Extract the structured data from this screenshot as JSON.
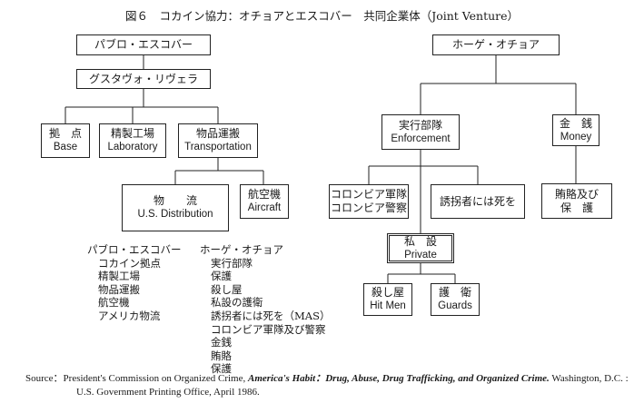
{
  "title": "図６　コカイン協力：オチョアとエスコバー　共同企業体（Joint Venture）",
  "escobar": {
    "top": "パブロ・エスコバー",
    "deputy": "グスタヴォ・リヴェラ",
    "base": {
      "jp": "拠　点",
      "en": "Base"
    },
    "laboratory": {
      "jp": "精製工場",
      "en": "Laboratory"
    },
    "transportation": {
      "jp": "物品運搬",
      "en": "Transportation"
    },
    "distribution": {
      "jp": "物　　流",
      "en": "U.S. Distribution"
    },
    "aircraft": {
      "jp": "航空機",
      "en": "Aircraft"
    }
  },
  "ochoa": {
    "top": "ホーゲ・オチョア",
    "enforcement": {
      "jp": "実行部隊",
      "en": "Enforcement"
    },
    "money": {
      "jp": "金　銭",
      "en": "Money"
    },
    "police": {
      "line1": "コロンビア軍隊",
      "line2": "コロンビア警察"
    },
    "kidnap": "誘拐者には死を",
    "bribe": {
      "line1": "賄賂及び",
      "line2": "保　護"
    },
    "private": {
      "jp": "私　設",
      "en": "Private"
    },
    "hitmen": {
      "jp": "殺し屋",
      "en": "Hit Men"
    },
    "guards": {
      "jp": "護　衛",
      "en": "Guards"
    }
  },
  "legend": {
    "escobar_head": "パブロ・エスコバー",
    "escobar_items": [
      "コカイン拠点",
      "精製工場",
      "物品運搬",
      "航空機",
      "アメリカ物流"
    ],
    "ochoa_head": "ホーゲ・オチョア",
    "ochoa_items": [
      "実行部隊",
      "保護",
      "殺し屋",
      "私設の護衛",
      "誘拐者には死を（MAS）",
      "コロンビア軍隊及び警察",
      "金銭",
      "賄賂",
      "保護"
    ]
  },
  "source": {
    "label": "Source：",
    "prefix": "President's Commission on Organized Crime, ",
    "work": "America's Habit：Drug, Abuse, Drug Trafficking, and  Organized Crime.",
    "suffix": " Washington, D.C. :",
    "line2": "U.S. Government Printing Office, April 1986."
  }
}
